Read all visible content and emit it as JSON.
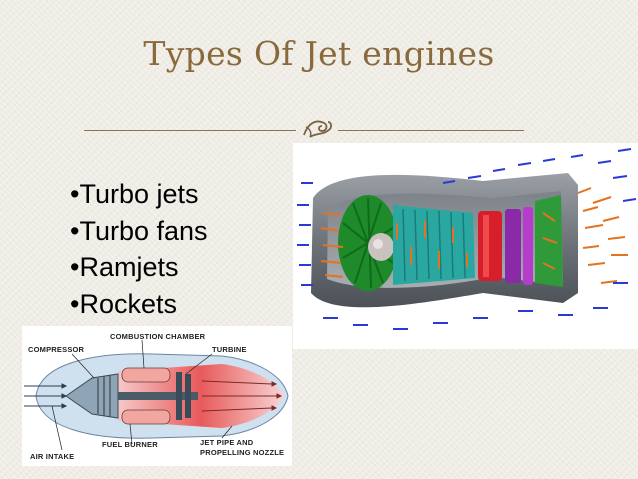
{
  "slide": {
    "title": "Types Of Jet engines",
    "ornament_icon": "scroll-ornament-icon",
    "title_color": "#8a6a3c"
  },
  "bullets": [
    "•Turbo jets",
    "•Turbo fans",
    "•Ramjets",
    "•Rockets"
  ],
  "diagram": {
    "labels": {
      "combustion_chamber": "COMBUSTION CHAMBER",
      "compressor": "COMPRESSOR",
      "turbine": "TURBINE",
      "fuel_burner": "FUEL BURNER",
      "air_intake": "AIR INTAKE",
      "jet_pipe_line1": "JET PIPE AND",
      "jet_pipe_line2": "PROPELLING NOZZLE"
    }
  }
}
